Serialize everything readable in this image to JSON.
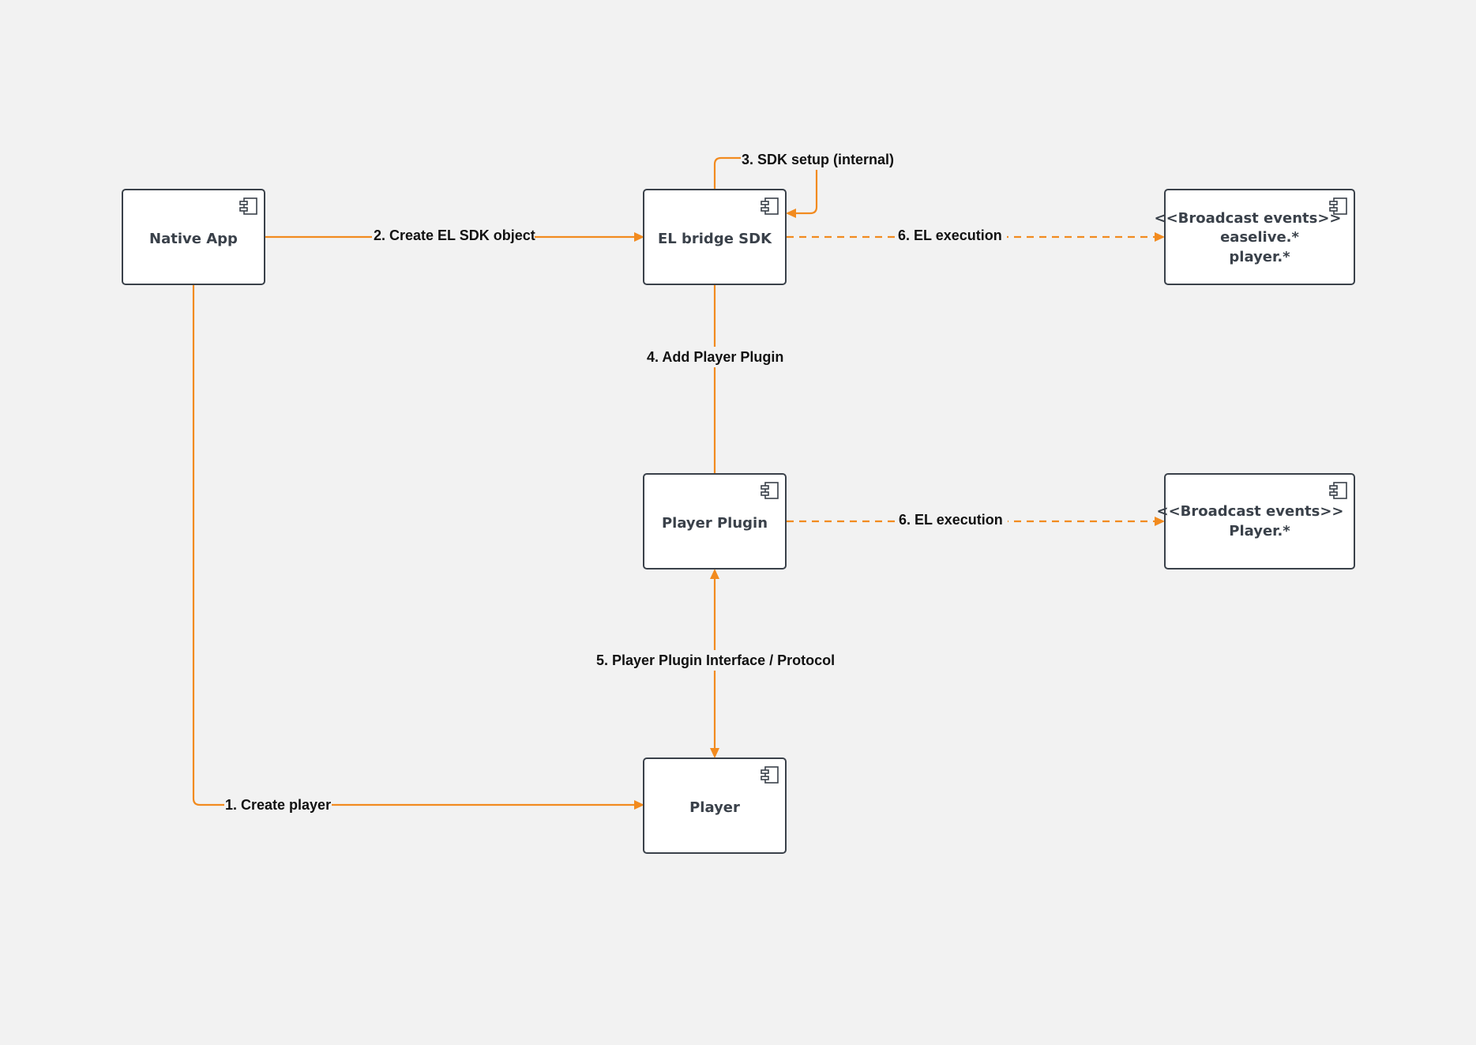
{
  "colors": {
    "background": "#f2f2f2",
    "edge": "#f28b1f",
    "box_border": "#3a414a",
    "box_fill": "#ffffff",
    "box_text": "#3a414a",
    "label_text": "#111111"
  },
  "nodes": [
    {
      "id": "native-app",
      "lines": [
        "Native App"
      ]
    },
    {
      "id": "el-bridge-sdk",
      "lines": [
        "EL bridge SDK"
      ]
    },
    {
      "id": "broadcast-events-1",
      "lines": [
        "<<Broadcast events>>",
        "easelive.*",
        "player.*"
      ]
    },
    {
      "id": "player-plugin",
      "lines": [
        "Player Plugin"
      ]
    },
    {
      "id": "broadcast-events-2",
      "lines": [
        "<<Broadcast events>>",
        "Player.*"
      ]
    },
    {
      "id": "player",
      "lines": [
        "Player"
      ]
    }
  ],
  "edges": [
    {
      "id": "create-player",
      "from": "native-app",
      "to": "player",
      "label": "1. Create player",
      "style": "solid"
    },
    {
      "id": "create-el-sdk-object",
      "from": "native-app",
      "to": "el-bridge-sdk",
      "label": "2. Create EL SDK object",
      "style": "solid"
    },
    {
      "id": "sdk-setup",
      "from": "el-bridge-sdk",
      "to": "el-bridge-sdk",
      "label": "3. SDK setup (internal)",
      "style": "solid"
    },
    {
      "id": "add-player-plugin",
      "from": "el-bridge-sdk",
      "to": "player-plugin",
      "label": "4. Add Player Plugin",
      "style": "solid"
    },
    {
      "id": "plugin-interface",
      "from": "player",
      "to": "player-plugin",
      "label": "5. Player Plugin Interface / Protocol",
      "style": "solid",
      "bidirectional": true
    },
    {
      "id": "el-execution-1",
      "from": "el-bridge-sdk",
      "to": "broadcast-events-1",
      "label": "6. EL execution",
      "style": "dashed"
    },
    {
      "id": "el-execution-2",
      "from": "player-plugin",
      "to": "broadcast-events-2",
      "label": "6. EL execution",
      "style": "dashed"
    }
  ]
}
